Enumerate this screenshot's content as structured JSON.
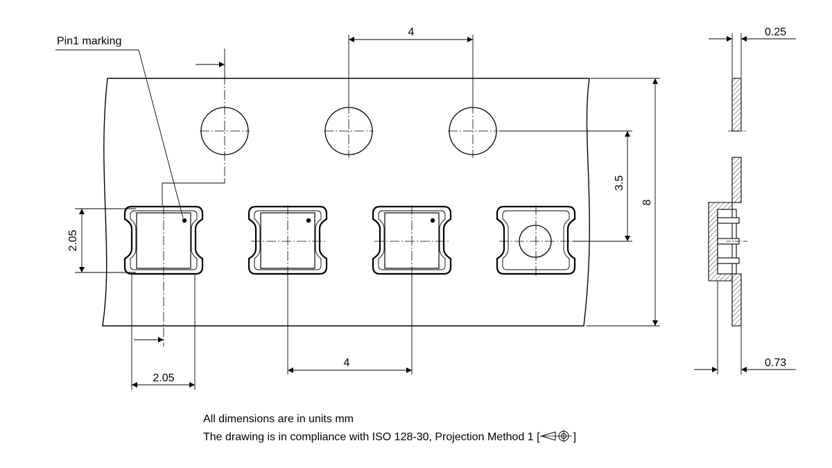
{
  "labels": {
    "pin1": "Pin1 marking",
    "pitch_top": "4",
    "pitch_bottom": "4",
    "pocket_height": "2.05",
    "pocket_width": "2.05",
    "hole_to_pocket": "3.5",
    "tape_width": "8",
    "tape_thickness": "0.25",
    "pocket_depth": "0.73"
  },
  "notes": {
    "units": "All dimensions are in units mm",
    "iso_prefix": "The drawing is in compliance with ISO 128-30, Projection Method 1 [",
    "iso_suffix": "]"
  },
  "colors": {
    "line": "#000000",
    "background": "#ffffff"
  }
}
